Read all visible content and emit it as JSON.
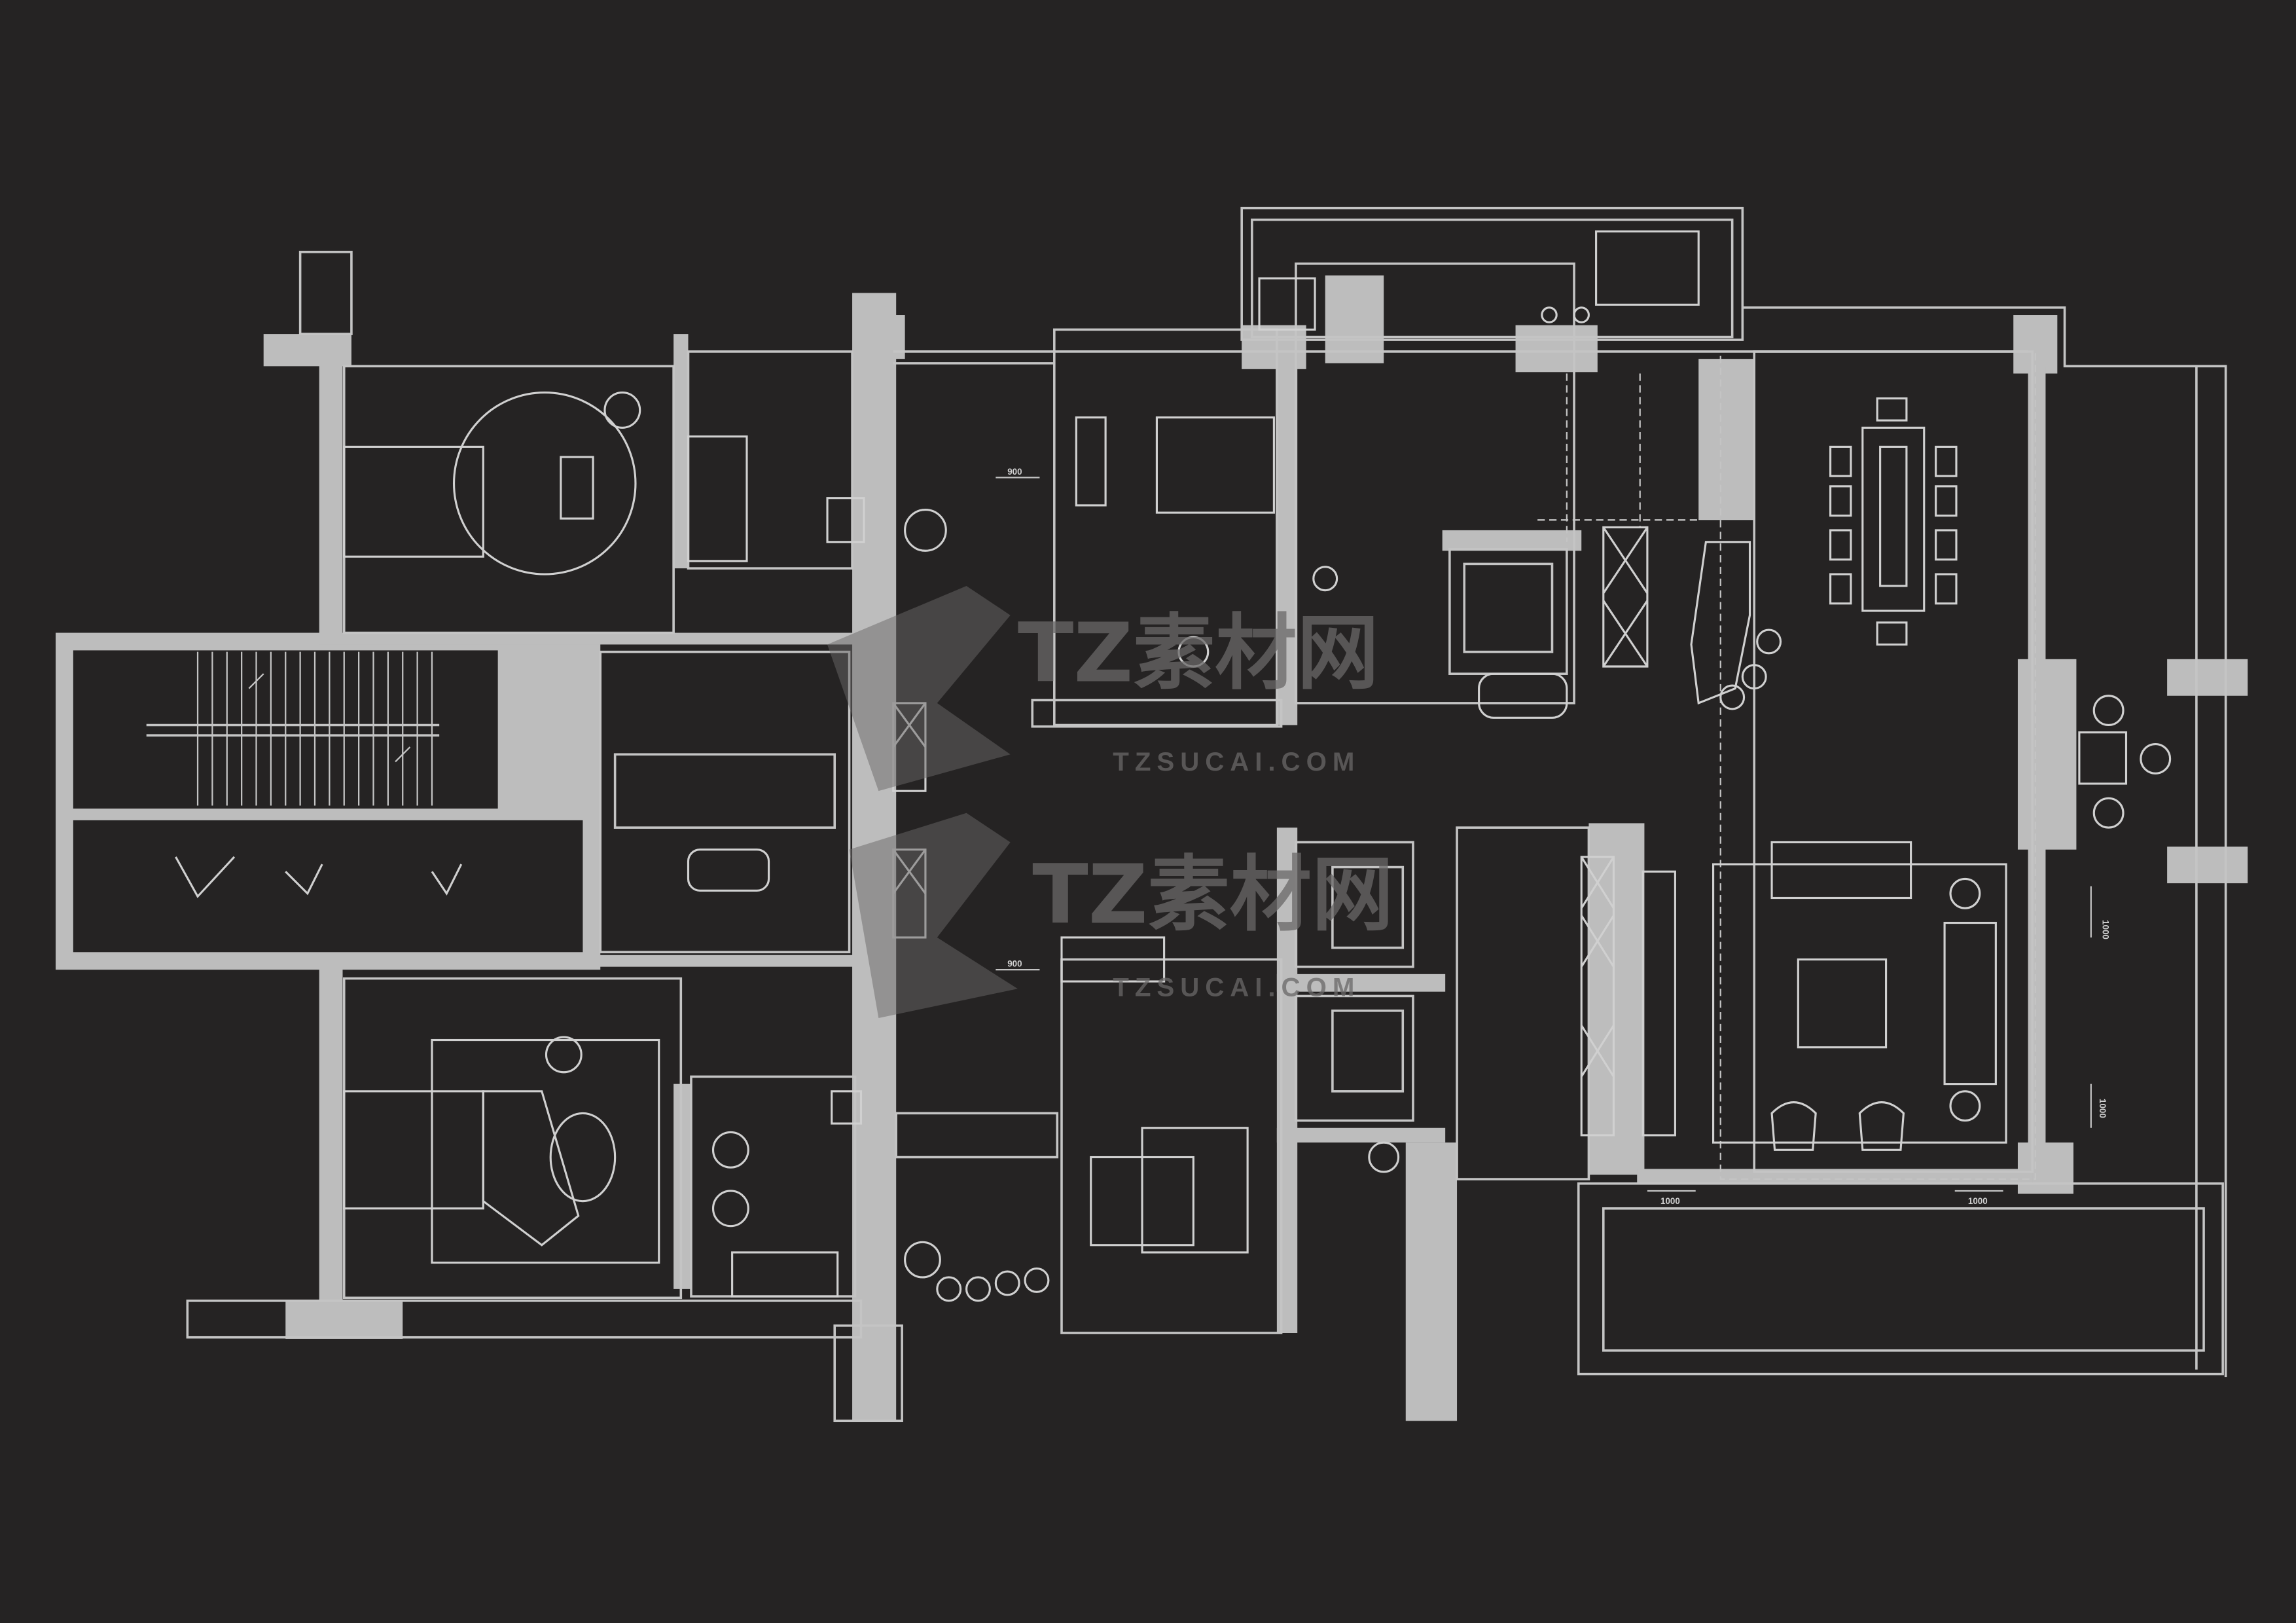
{
  "drawing": {
    "type": "residential floor plan",
    "background_color": "#252323",
    "line_color": "#bdbdbd"
  },
  "dimensions": {
    "top_door_width": "900",
    "middle_door_width": "900",
    "bottom_left_window": "1000",
    "bottom_right_window": "1000",
    "right_upper_window": "1000",
    "right_lower_window": "1000"
  },
  "watermark": {
    "brand_cn": "TZ素材网",
    "brand_url": "TZSUCAI.COM"
  }
}
